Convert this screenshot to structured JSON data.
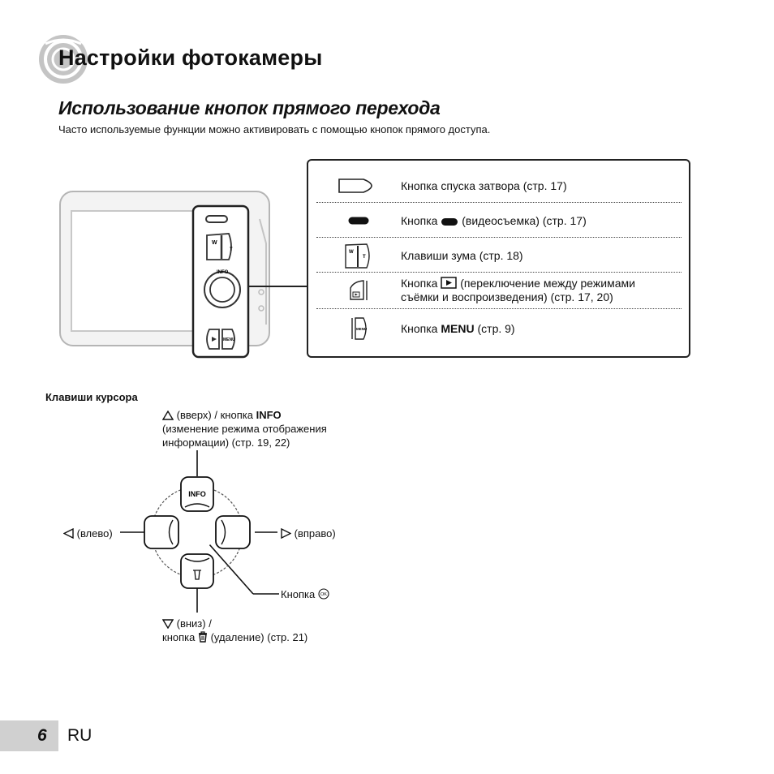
{
  "page": {
    "title": "Настройки фотокамеры",
    "subtitle": "Использование кнопок прямого перехода",
    "intro": "Часто используемые функции можно активировать с помощью кнопок прямого доступа.",
    "page_number": "6",
    "language": "RU"
  },
  "buttons_table": {
    "rows": [
      {
        "icon": "shutter-button-icon",
        "text": "Кнопка спуска затвора (стр. 17)"
      },
      {
        "icon": "movie-button-icon",
        "prefix": "Кнопка",
        "suffix": "(видеосъемка) (стр. 17)"
      },
      {
        "icon": "zoom-keys-icon",
        "text": "Клавиши зума (стр. 18)"
      },
      {
        "icon": "playback-button-icon",
        "prefix": "Кнопка",
        "line1_suffix": "(переключение между режимами",
        "line2": "съёмки и воспроизведения) (стр. 17, 20)"
      },
      {
        "icon": "menu-button-icon",
        "prefix": "Кнопка",
        "bold": "MENU",
        "suffix": "(стр. 9)"
      }
    ]
  },
  "cursor_keys": {
    "heading": "Клавиши курсора",
    "up_pre": "(вверх) / кнопка",
    "up_bold": "INFO",
    "up_line2": "(изменение режима отображения",
    "up_line3": "информации) (стр. 19, 22)",
    "left": "(влево)",
    "right": "(вправо)",
    "ok": "Кнопка",
    "down_line1": "(вниз) /",
    "down_pre": "кнопка",
    "down_post": "(удаление) (стр. 21)",
    "info_key_label": "INFO"
  }
}
